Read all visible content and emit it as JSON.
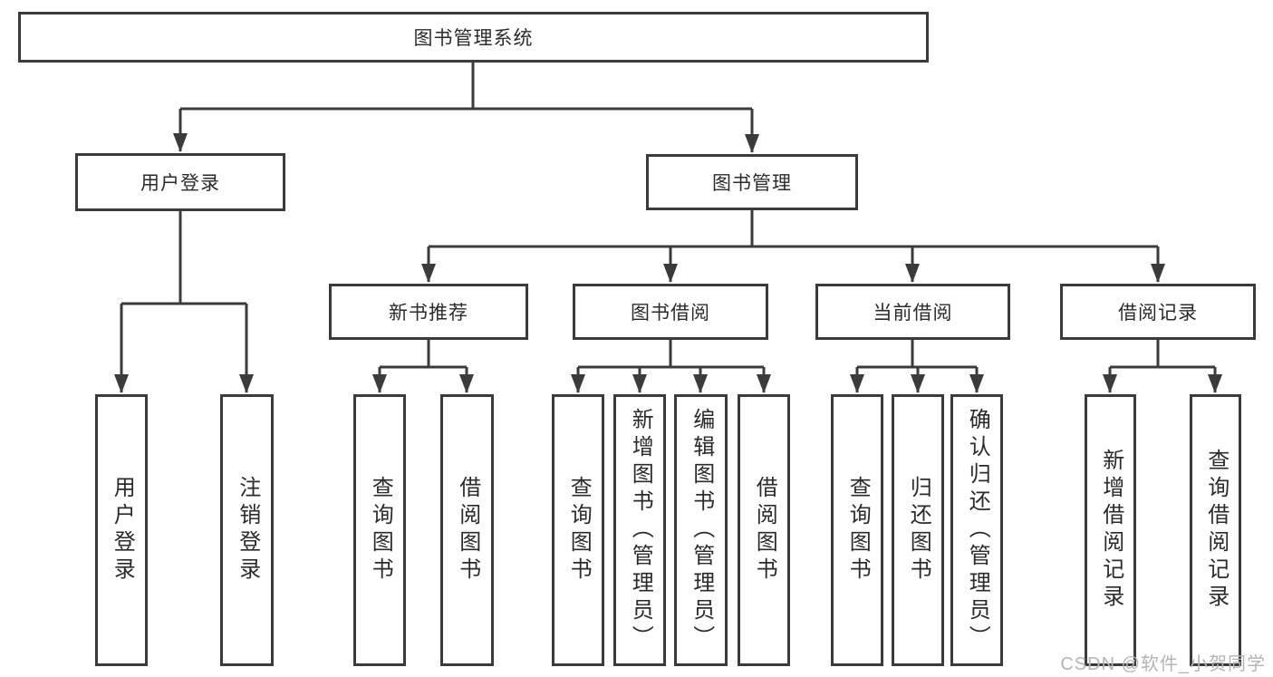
{
  "diagram_type": "hierarchy-tree",
  "tree": {
    "label": "图书管理系统",
    "children": [
      {
        "label": "用户登录",
        "children": [
          {
            "label": "用户登录"
          },
          {
            "label": "注销登录"
          }
        ]
      },
      {
        "label": "图书管理",
        "children": [
          {
            "label": "新书推荐",
            "children": [
              {
                "label": "查询图书"
              },
              {
                "label": "借阅图书"
              }
            ]
          },
          {
            "label": "图书借阅",
            "children": [
              {
                "label": "查询图书"
              },
              {
                "label": "新增图书（管理员）"
              },
              {
                "label": "编辑图书（管理员）"
              },
              {
                "label": "借阅图书"
              }
            ]
          },
          {
            "label": "当前借阅",
            "children": [
              {
                "label": "查询图书"
              },
              {
                "label": "归还图书"
              },
              {
                "label": "确认归还（管理员）"
              }
            ]
          },
          {
            "label": "借阅记录",
            "children": [
              {
                "label": "新增借阅记录"
              },
              {
                "label": "查询借阅记录"
              }
            ]
          }
        ]
      }
    ]
  },
  "watermark": {
    "text": "CSDN @软件_小贺同学"
  },
  "colors": {
    "line": "#3b3b3b",
    "box_border": "#3b3b3b",
    "text": "#2b2b2b",
    "watermark": "#b5b5b5",
    "background": "#ffffff"
  }
}
